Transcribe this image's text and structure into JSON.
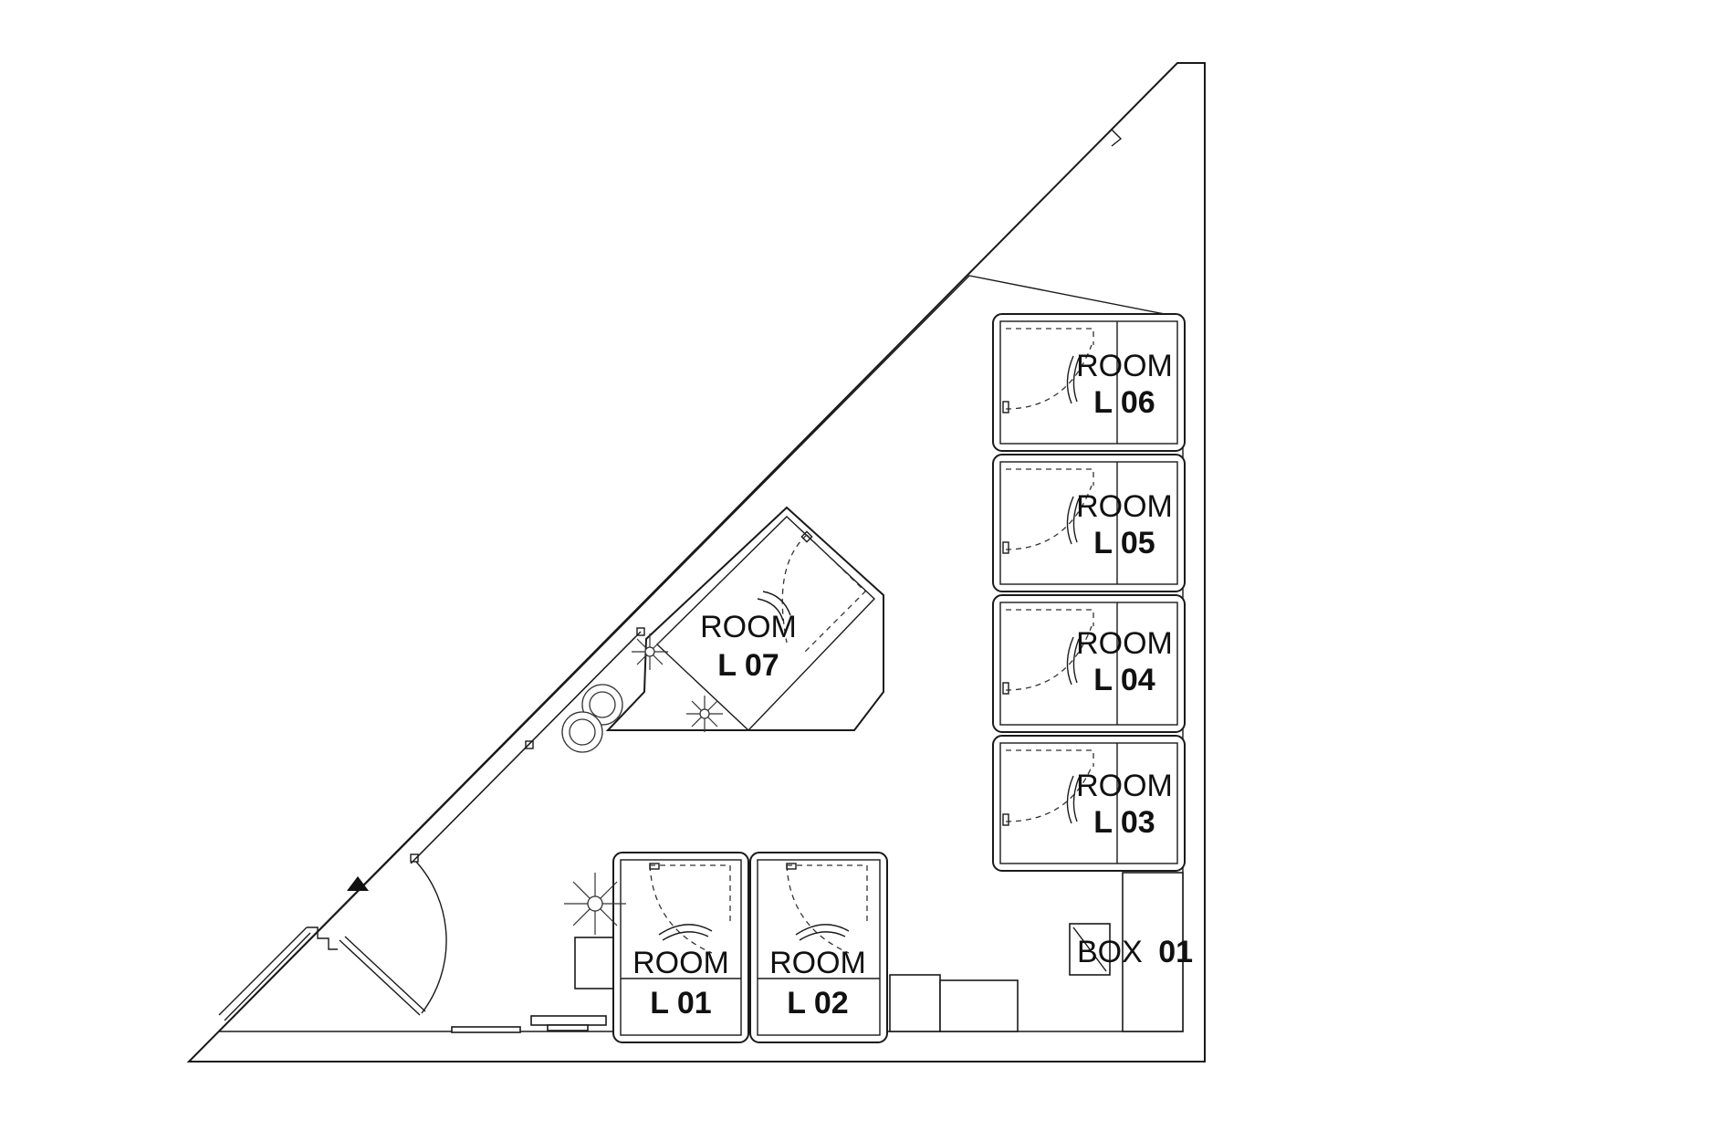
{
  "rooms": {
    "l01": {
      "line1": "ROOM",
      "line2": "L 01"
    },
    "l02": {
      "line1": "ROOM",
      "line2": "L 02"
    },
    "l03": {
      "line1": "ROOM",
      "line2": "L 03"
    },
    "l04": {
      "line1": "ROOM",
      "line2": "L 04"
    },
    "l05": {
      "line1": "ROOM",
      "line2": "L 05"
    },
    "l06": {
      "line1": "ROOM",
      "line2": "L 06"
    },
    "l07": {
      "line1": "ROOM",
      "line2": "L 07"
    }
  },
  "box": {
    "prefix": "BOX",
    "number": "01"
  },
  "icons": [
    "entrance-arrow-icon",
    "door-swing-icon",
    "chair-icon",
    "plant-icon"
  ],
  "colors": {
    "line": "#1a1a1a",
    "background": "#ffffff"
  }
}
